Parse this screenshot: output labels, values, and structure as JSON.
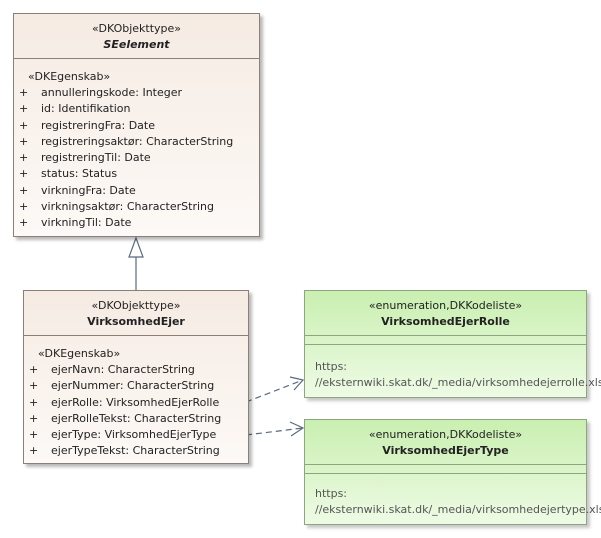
{
  "base_class": {
    "stereotype": "«DKObjekttype»",
    "name": "SEelement",
    "group": "«DKEgenskab»",
    "attributes": [
      {
        "vis": "+",
        "text": "annulleringskode: Integer"
      },
      {
        "vis": "+",
        "text": "id: Identifikation"
      },
      {
        "vis": "+",
        "text": "registreringFra: Date"
      },
      {
        "vis": "+",
        "text": "registreringsaktør: CharacterString"
      },
      {
        "vis": "+",
        "text": "registreringTil: Date"
      },
      {
        "vis": "+",
        "text": "status: Status"
      },
      {
        "vis": "+",
        "text": "virkningFra: Date"
      },
      {
        "vis": "+",
        "text": "virkningsaktør: CharacterString"
      },
      {
        "vis": "+",
        "text": "virkningTil: Date"
      }
    ]
  },
  "owner_class": {
    "stereotype": "«DKObjekttype»",
    "name": "VirksomhedEjer",
    "group": "«DKEgenskab»",
    "attributes": [
      {
        "vis": "+",
        "text": "ejerNavn: CharacterString"
      },
      {
        "vis": "+",
        "text": "ejerNummer: CharacterString"
      },
      {
        "vis": "+",
        "text": "ejerRolle: VirksomhedEjerRolle"
      },
      {
        "vis": "+",
        "text": "ejerRolleTekst: CharacterString"
      },
      {
        "vis": "+",
        "text": "ejerType: VirksomhedEjerType"
      },
      {
        "vis": "+",
        "text": "ejerTypeTekst: CharacterString"
      }
    ]
  },
  "role_enum": {
    "stereotype": "«enumeration,DKKodeliste»",
    "name": "VirksomhedEjerRolle",
    "note_line1": "https:",
    "note_line2": "//eksternwiki.skat.dk/_media/virksomhedejerrolle.xls"
  },
  "type_enum": {
    "stereotype": "«enumeration,DKKodeliste»",
    "name": "VirksomhedEjerType",
    "note_line1": "https:",
    "note_line2": "//eksternwiki.skat.dk/_media/virksomhedejertype.xls"
  },
  "colors": {
    "class_fill": "#f5ebe3",
    "class_border": "#8c7f78",
    "enum_fill": "#c9efb0",
    "enum_border": "#8ea680",
    "connector": "#5b6a7d"
  }
}
